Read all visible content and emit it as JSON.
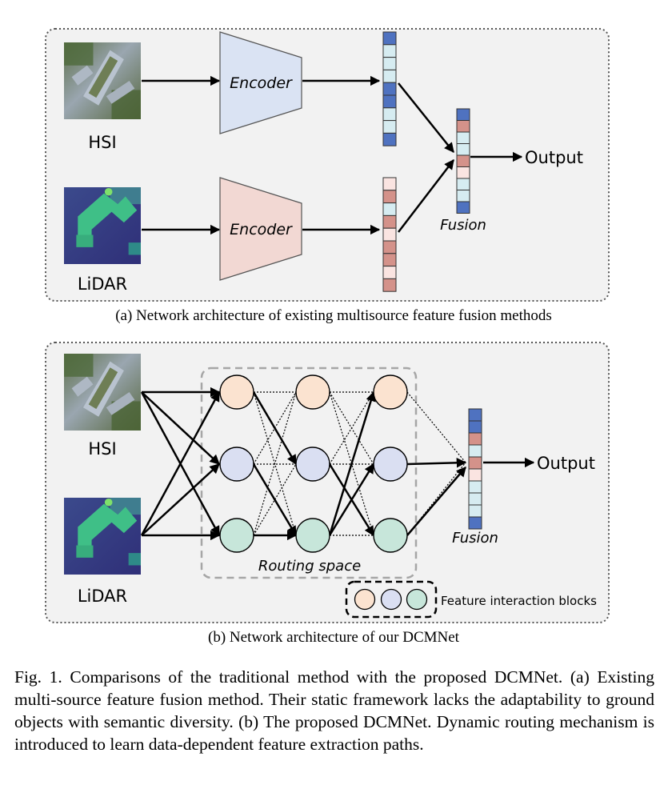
{
  "panel_a": {
    "inputs": {
      "hsi": "HSI",
      "lidar": "LiDAR"
    },
    "encoder_label": "Encoder",
    "fusion_label": "Fusion",
    "output_label": "Output",
    "subcaption": "(a) Network architecture of existing multisource feature fusion methods"
  },
  "panel_b": {
    "inputs": {
      "hsi": "HSI",
      "lidar": "LiDAR"
    },
    "routing_label": "Routing space",
    "fusion_label": "Fusion",
    "output_label": "Output",
    "legend_label": "Feature interaction blocks",
    "subcaption": "(b) Network architecture of our DCMNet"
  },
  "caption": "Fig. 1.  Comparisons of the traditional method with the proposed DCMNet. (a) Existing multi-source feature fusion method. Their static framework lacks the adaptability to ground objects with semantic diversity. (b) The proposed DCMNet. Dynamic routing mechanism is introduced to learn data-dependent feature extraction paths.",
  "colors": {
    "panel_bg": "#f2f2f2",
    "hsi_encoder": "#dae3f3",
    "lidar_encoder": "#f2d8d3",
    "node_orange": "#fbe3d0",
    "node_blue": "#dadff2",
    "node_green": "#c7e6da",
    "cell_blue": "#4f72c0",
    "cell_light": "#d6ecf1",
    "cell_red": "#d4928a",
    "cell_pink": "#fae4e1"
  }
}
